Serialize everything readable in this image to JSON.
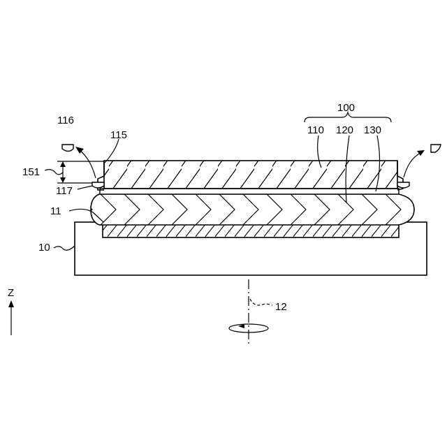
{
  "labels": {
    "group": "100",
    "layer_top": "110",
    "layer_mid": "120",
    "layer_bot": "130",
    "chuck_part": "115",
    "nozzle_left": "116",
    "drop": "117",
    "gap": "151",
    "liquid": "11",
    "stage": "10",
    "axis": "12",
    "z_axis": "Z"
  }
}
